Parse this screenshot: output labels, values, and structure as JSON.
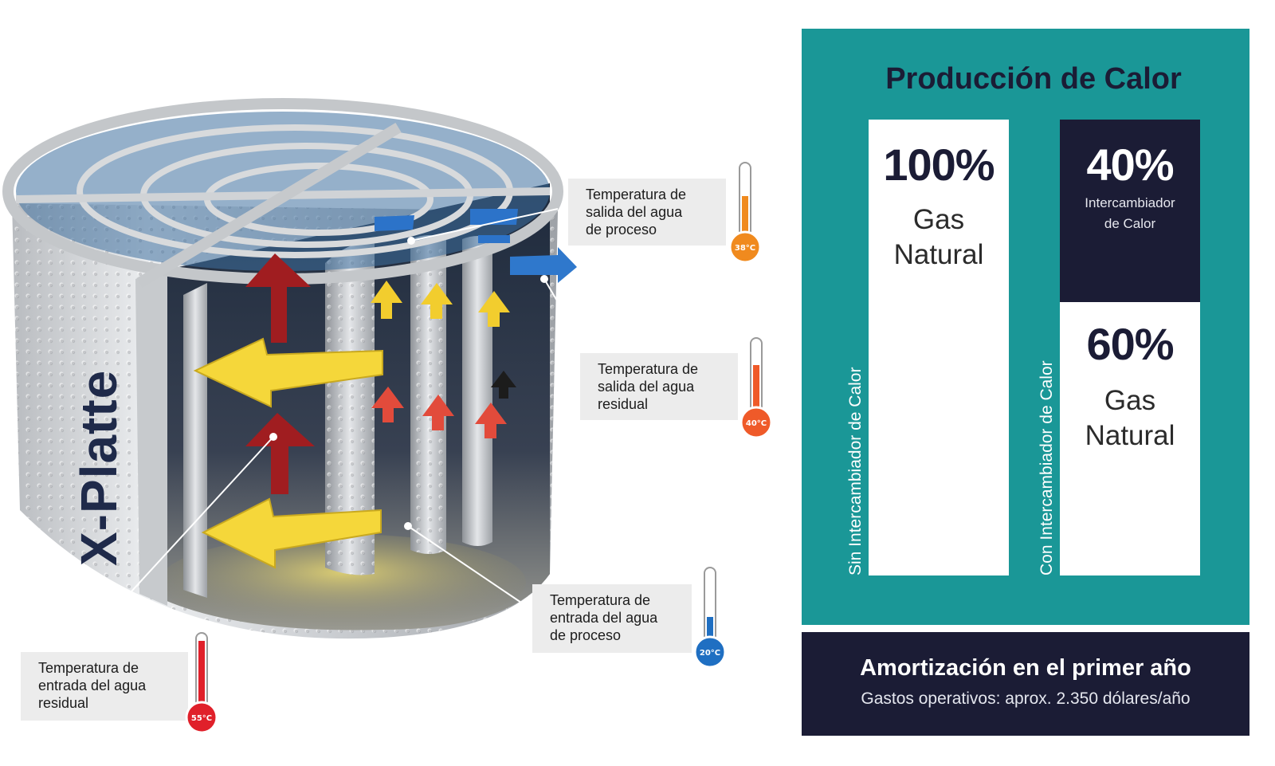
{
  "diagram": {
    "brand": "X-Platte",
    "callouts": [
      {
        "id": "process-out",
        "text": "Temperatura de\nsalida del agua\nde proceso",
        "temp": "38°C",
        "color": "#f08a1e"
      },
      {
        "id": "waste-out",
        "text": "Temperatura de\nsalida del agua\nresidual",
        "temp": "40°C",
        "color": "#ef5a29"
      },
      {
        "id": "process-in",
        "text": "Temperatura de\nentrada del agua\nde proceso",
        "temp": "20°C",
        "color": "#1f6fc2"
      },
      {
        "id": "waste-in",
        "text": "Temperatura de\nentrada del agua\nresidual",
        "temp": "55°C",
        "color": "#e0202a"
      }
    ]
  },
  "panel": {
    "title": "Producción de Calor",
    "left_column": {
      "vertical_label": "Sin Intercambiador de Calor",
      "percent": "100%",
      "label": "Gas\nNatural"
    },
    "right_column": {
      "vertical_label": "Con Intercambiador de Calor",
      "top": {
        "percent": "40%",
        "label": "Intercambiador\nde Calor"
      },
      "bottom": {
        "percent": "60%",
        "label": "Gas\nNatural"
      }
    },
    "colors": {
      "teal": "#1a9797",
      "navy": "#1b1c35"
    }
  },
  "footer": {
    "title": "Amortización en el primer año",
    "subtitle": "Gastos operativos: aprox. 2.350 dólares/año"
  }
}
